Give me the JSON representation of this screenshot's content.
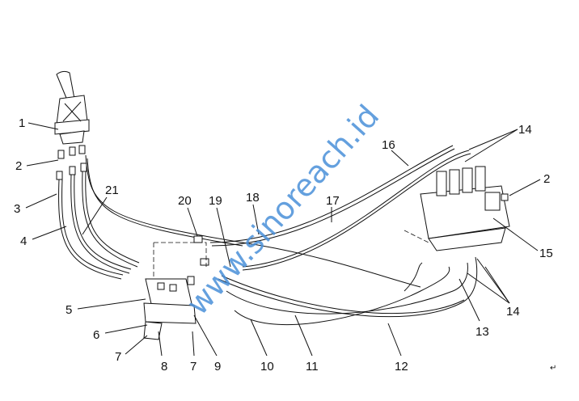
{
  "diagram": {
    "watermark": "www.sinoreach.id",
    "end_mark": "↵",
    "labels": [
      "1",
      "2",
      "3",
      "4",
      "5",
      "6",
      "7",
      "8",
      "7",
      "9",
      "10",
      "11",
      "12",
      "13",
      "14",
      "14",
      "15",
      "2",
      "16",
      "17",
      "18",
      "19",
      "20",
      "21"
    ]
  }
}
